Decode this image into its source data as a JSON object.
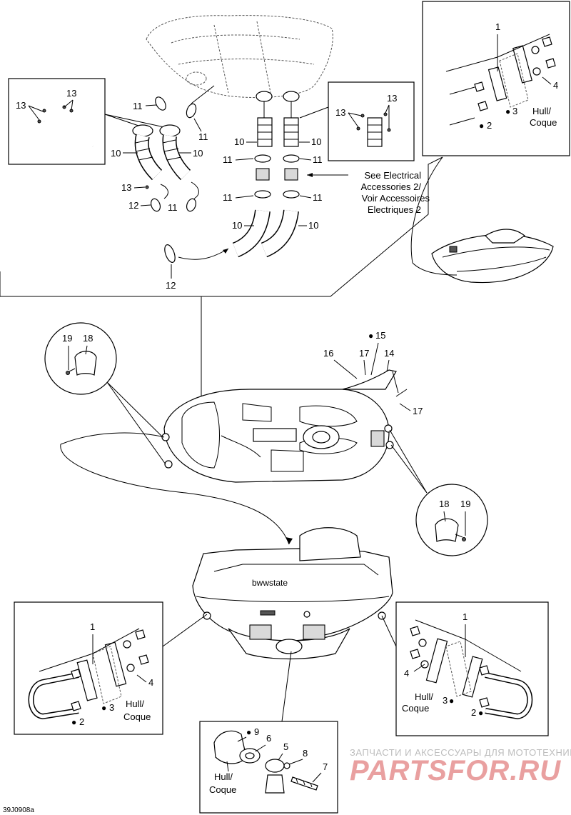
{
  "part_numbers": {
    "p1": "1",
    "p2": "2",
    "p3": "3",
    "p4": "4",
    "p5": "5",
    "p6": "6",
    "p7": "7",
    "p8": "8",
    "p9": "9",
    "p10": "10",
    "p11": "11",
    "p12": "12",
    "p13": "13",
    "p14": "14",
    "p15": "15",
    "p16": "16",
    "p17": "17",
    "p18": "18",
    "p19": "19"
  },
  "notes": {
    "see_electrical_1": "See Electrical",
    "see_electrical_2": "Accessories 2/",
    "see_electrical_3": "Voir Accessoires",
    "see_electrical_4": "Electriques 2",
    "hull": "Hull/",
    "coque": "Coque"
  },
  "watermark": {
    "line1": "ЗАПЧАСТИ И АКСЕССУАРЫ ДЛЯ МОТОТЕХНИКИ",
    "line2": "PARTSFOR.RU"
  },
  "drawing_code": "39J0908a",
  "colors": {
    "line": "#000000",
    "watermark_red": "#e9a0a0",
    "watermark_grey": "#bdbdbd"
  }
}
